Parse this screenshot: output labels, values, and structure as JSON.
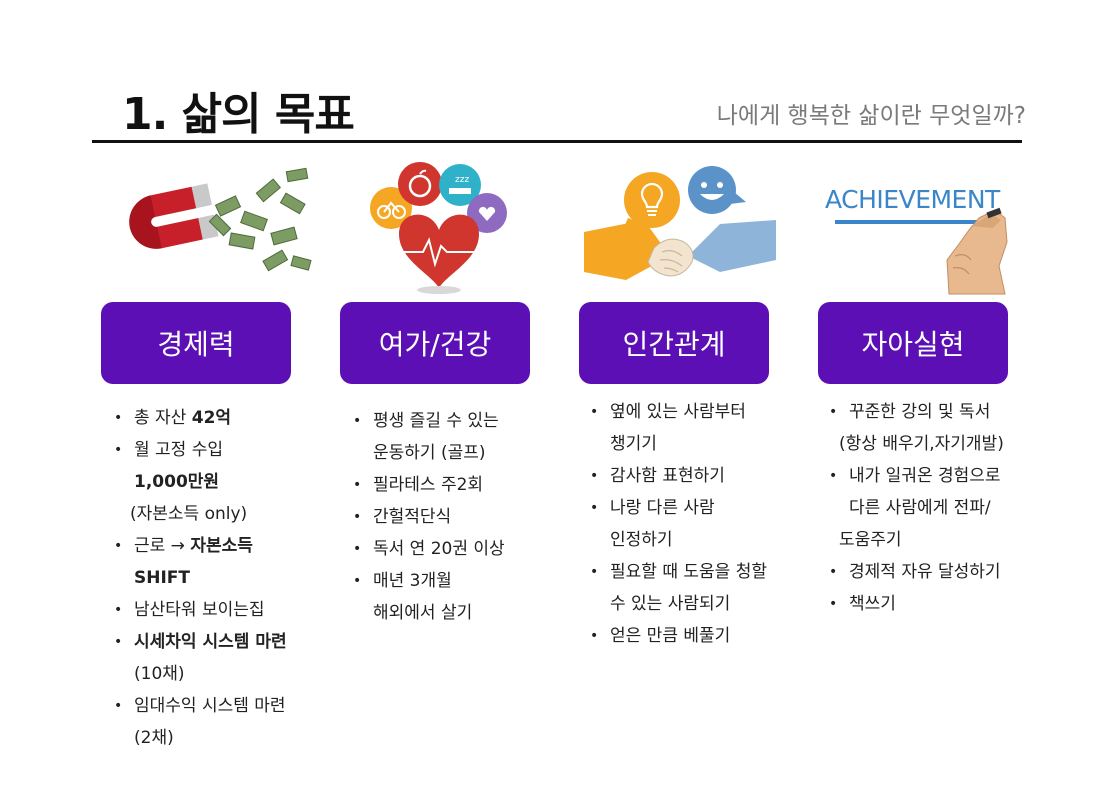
{
  "header": {
    "title": "1. 삶의 목표",
    "subtitle": "나에게 행복한 삶이란 무엇일까?"
  },
  "colors": {
    "category_bg": "#5b0fb5",
    "rule": "#111111"
  },
  "icons": [
    "magnet-money-icon",
    "heart-health-icon",
    "handshake-idea-icon",
    "achievement-hand-icon"
  ],
  "columns": [
    {
      "category": "경제력",
      "bullets": [
        {
          "parts": [
            "총 자산 ",
            "42억"
          ]
        },
        {
          "parts": [
            "월 고정 수입"
          ]
        },
        {
          "cont": true,
          "parts": [
            "",
            "1,000만원"
          ]
        },
        {
          "cont": true,
          "parts": [
            "(자본소득 only)"
          ]
        },
        {
          "parts": [
            "근로 → ",
            "자본소득"
          ]
        },
        {
          "cont": true,
          "parts": [
            "",
            "SHIFT"
          ]
        },
        {
          "parts": [
            "남산타워 보이는집"
          ]
        },
        {
          "parts": [
            "",
            "시세차익 시스템 마련"
          ]
        },
        {
          "cont": true,
          "parts": [
            "(10채)"
          ]
        },
        {
          "parts": [
            "임대수익 시스템 마련"
          ]
        },
        {
          "cont": true,
          "parts": [
            "(2채)"
          ]
        }
      ]
    },
    {
      "category": "여가/건강",
      "bullets": [
        {
          "parts": [
            "평생 즐길 수 있는"
          ]
        },
        {
          "cont": true,
          "parts": [
            "운동하기 (골프)"
          ]
        },
        {
          "parts": [
            "필라테스 주2회"
          ]
        },
        {
          "parts": [
            "간헐적단식"
          ]
        },
        {
          "parts": [
            "독서 연 20권 이상"
          ]
        },
        {
          "parts": [
            "매년 3개월"
          ]
        },
        {
          "cont": true,
          "parts": [
            "해외에서 살기"
          ]
        }
      ]
    },
    {
      "category": "인간관계",
      "bullets": [
        {
          "parts": [
            "옆에 있는 사람부터"
          ]
        },
        {
          "cont": true,
          "parts": [
            "챙기기"
          ]
        },
        {
          "parts": [
            "감사함 표현하기"
          ]
        },
        {
          "parts": [
            "나랑 다른 사람"
          ]
        },
        {
          "cont": true,
          "parts": [
            "인정하기"
          ]
        },
        {
          "parts": [
            "필요할 때 도움을 청할"
          ]
        },
        {
          "cont": true,
          "parts": [
            "수 있는 사람되기"
          ]
        },
        {
          "parts": [
            "얻은 만큼 베풀기"
          ]
        }
      ]
    },
    {
      "category": "자아실현",
      "bullets": [
        {
          "parts": [
            "꾸준한 강의 및 독서"
          ]
        },
        {
          "cont": true,
          "parts": [
            "(항상 배우기,자기개발)"
          ]
        },
        {
          "parts": [
            "내가 일궈온 경험으로"
          ]
        },
        {
          "cont": true,
          "parts": [
            "다른 사람에게 전파/"
          ]
        },
        {
          "cont": true,
          "parts": [
            "도움주기"
          ]
        },
        {
          "parts": [
            "경제적 자유 달성하기"
          ]
        },
        {
          "parts": [
            "책쓰기"
          ]
        }
      ]
    }
  ],
  "illustration_text": {
    "achievement": "ACHIEVEMENT",
    "zzz": "zzz"
  }
}
